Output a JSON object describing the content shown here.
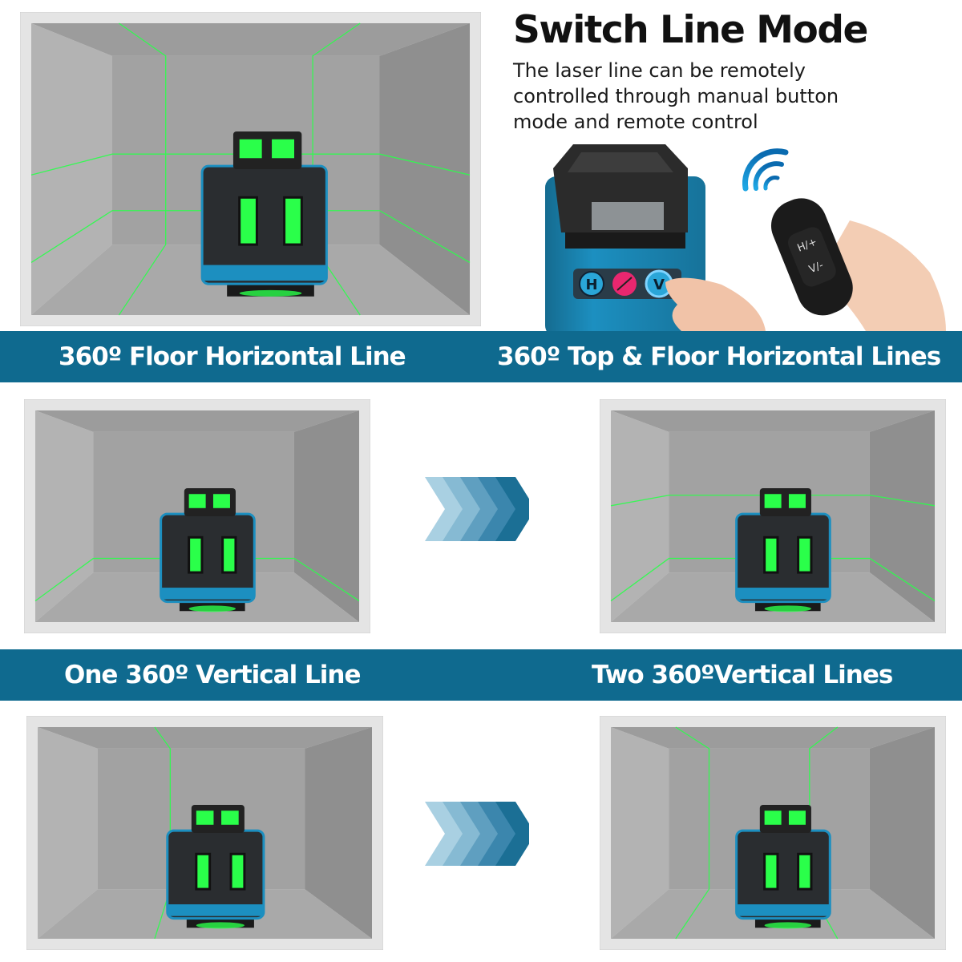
{
  "header": {
    "title": "Switch Line Mode",
    "description": "The laser line can be remotely controlled through manual button mode and remote control"
  },
  "product_photo": {
    "buttons": [
      "H",
      "V"
    ],
    "remote_labels": [
      "H/+",
      "V/-"
    ]
  },
  "banners": [
    {
      "left": "360º Floor Horizontal Line",
      "right": "360º Top & Floor Horizontal Lines"
    },
    {
      "left": "One 360º Vertical Line",
      "right": "Two 360ºVertical Lines"
    }
  ],
  "colors": {
    "banner": "#0f6a8f",
    "laser": "#2aff4a",
    "device_blue": "#1c8fc0",
    "arrow": "#1b6f95"
  }
}
